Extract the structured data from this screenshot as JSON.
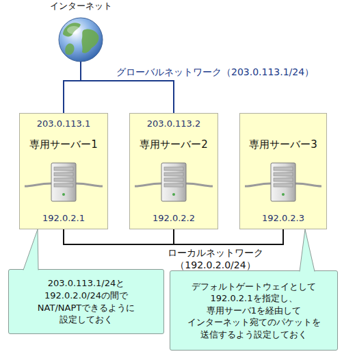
{
  "diagram": {
    "nodes": [
      {
        "text": [
          "インターネット"
        ]
      },
      {
        "text": [
          "203.0.113.1",
          "専用サーバー1",
          "192.0.2.1"
        ]
      },
      {
        "text": [
          "203.0.113.2",
          "専用サーバー2",
          "192.0.2.2"
        ]
      },
      {
        "text": [
          "専用サーバー3",
          "192.0.2.3"
        ]
      },
      {
        "text": [
          "203.0.113.1/24と 192.0.2.0/24の間で NAT/NAPTできるように 設定しておく"
        ]
      },
      {
        "text": [
          "デフォルトゲートウェイとして 192.0.2.1を指定し、 専用サーバ1を経由して インターネット宛てのパケットを 送信するよう設定しておく"
        ]
      }
    ],
    "edges": [
      {
        "from": 0,
        "to": 1,
        "arrow": "none"
      },
      {
        "from": 0,
        "to": 2,
        "arrow": "none"
      },
      {
        "from": 1,
        "to": 2,
        "arrow": "none"
      },
      {
        "from": 1,
        "to": 3,
        "arrow": "none"
      },
      {
        "from": 4,
        "to": 1,
        "arrow": "none"
      },
      {
        "from": 5,
        "to": 3,
        "arrow": "none"
      }
    ],
    "labels": [
      "グローバルネットワーク（203.0.113.1/24）",
      "ローカルネットワーク （192.0.2.0/24）"
    ]
  }
}
